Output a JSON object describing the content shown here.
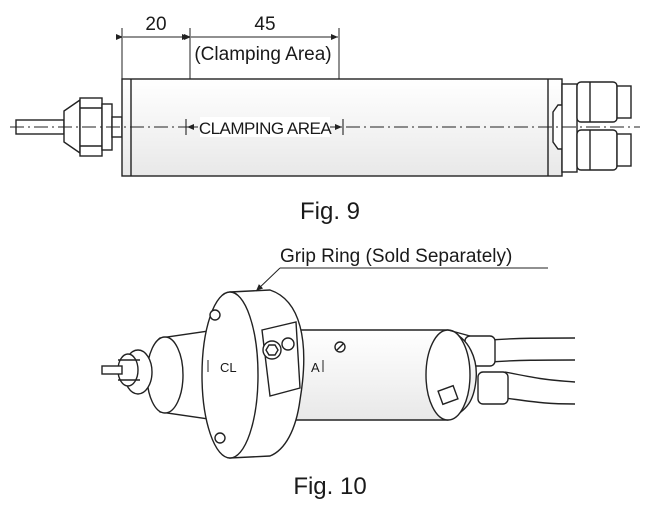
{
  "fig9": {
    "dim_left": "20",
    "dim_right": "45",
    "dim_note": "(Clamping Area)",
    "inner_label": "CLAMPING AREA",
    "caption": "Fig. 9"
  },
  "fig10": {
    "callout": "Grip Ring (Sold Separately)",
    "mark_left": "CL",
    "mark_right": "A",
    "caption": "Fig. 10"
  }
}
